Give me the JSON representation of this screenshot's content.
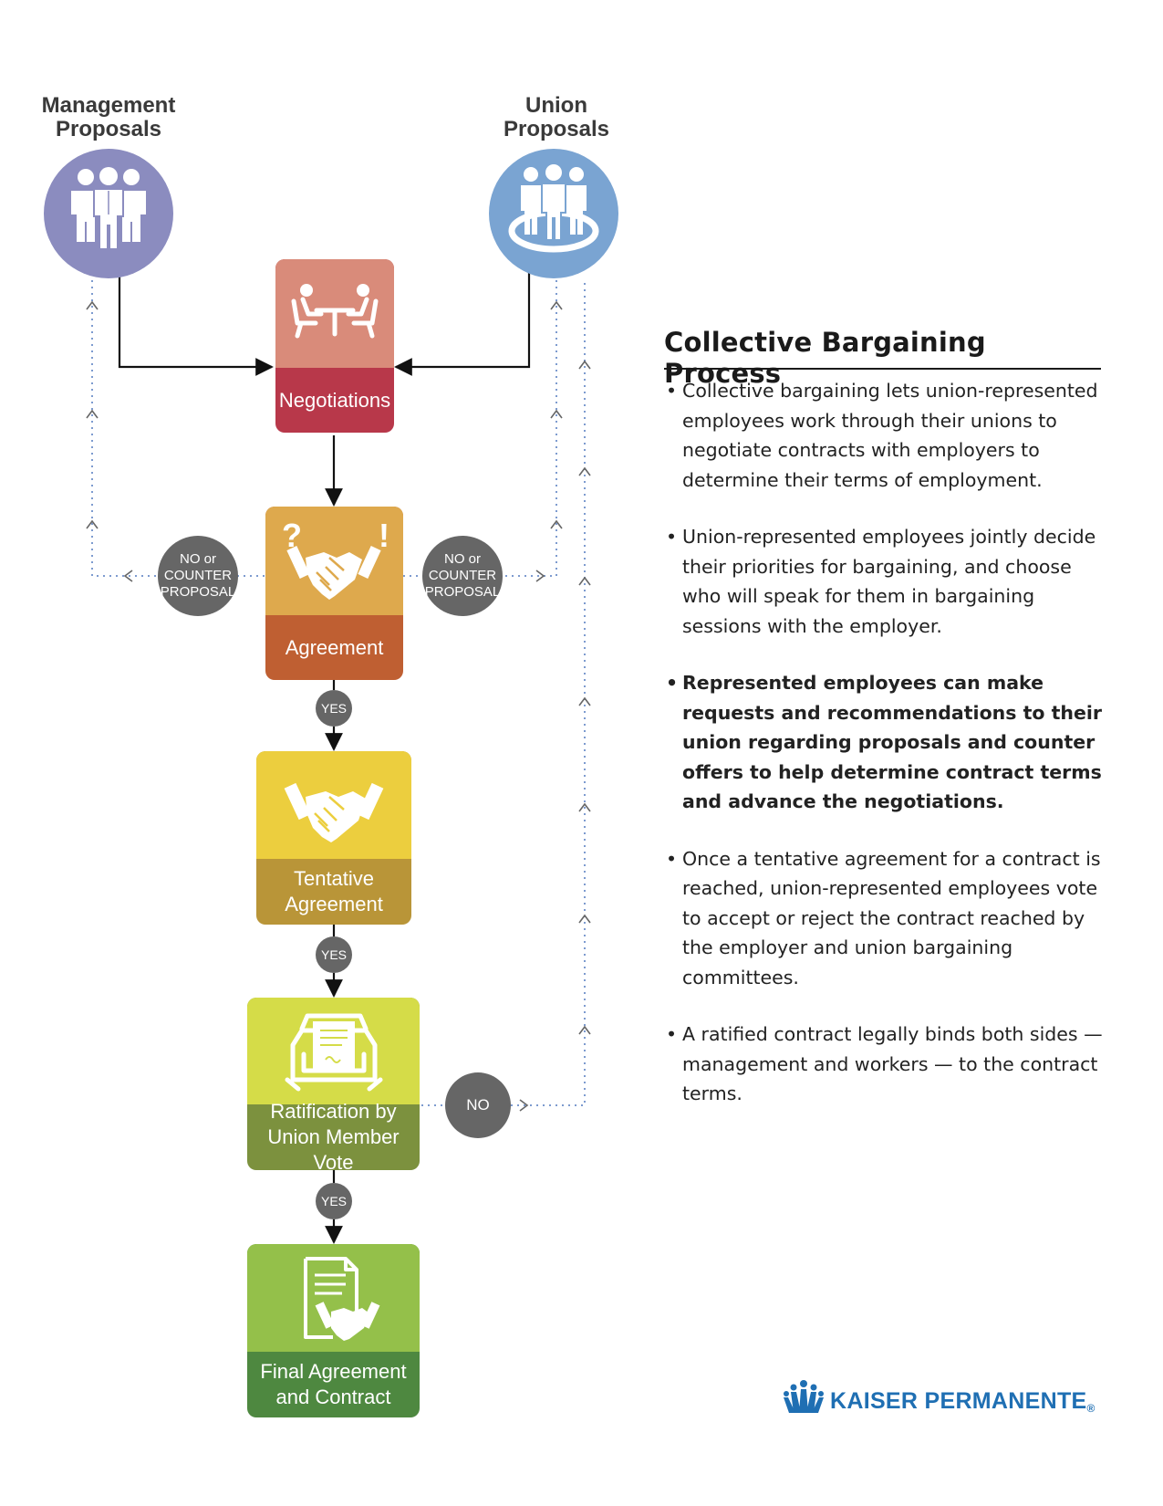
{
  "sources": {
    "management": {
      "title_line1": "Management",
      "title_line2": "Proposals",
      "color": "#8b8cbf"
    },
    "union": {
      "title_line1": "Union",
      "title_line2": "Proposals",
      "color": "#7aa4d2"
    }
  },
  "steps": [
    {
      "id": "negotiations",
      "label": "Negotiations",
      "top_color": "#d98b7a",
      "bottom_color": "#b8384a"
    },
    {
      "id": "agreement",
      "label": "Agreement",
      "top_color": "#dea94d",
      "bottom_color": "#bf5f32"
    },
    {
      "id": "tentative",
      "label_line1": "Tentative",
      "label_line2": "Agreement",
      "top_color": "#ecce3e",
      "bottom_color": "#b99538"
    },
    {
      "id": "ratification",
      "label_line1": "Ratification by",
      "label_line2": "Union Member Vote",
      "top_color": "#d5dc48",
      "bottom_color": "#7c913e"
    },
    {
      "id": "final",
      "label_line1": "Final Agreement",
      "label_line2": "and Contract",
      "top_color": "#94c04a",
      "bottom_color": "#4e8840"
    }
  ],
  "badges": {
    "no_counter_line1": "NO or",
    "no_counter_line2": "COUNTER",
    "no_counter_line3": "PROPOSAL",
    "yes": "YES",
    "no": "NO"
  },
  "panel": {
    "title": "Collective Bargaining Process",
    "bullets": [
      "Collective bargaining lets union-represented employees work through their unions to negotiate contracts with employers to determine their terms of employment.",
      "Union-represented employees jointly decide their priorities for bargaining, and choose who will speak for them in bargaining sessions with the employer.",
      "Represented employees can make requests and recommendations to their union regarding proposals and counter offers to help determine contract terms and advance the negotiations.",
      "Once a tentative agreement for a contract is reached, union-represented employees vote to accept or reject the contract reached by the employer and union bargaining committees.",
      "A ratified contract legally binds both sides — management and workers — to the contract terms."
    ]
  },
  "logo": {
    "text": "KAISER PERMANENTE",
    "mark": "®",
    "color": "#1f6fb3"
  },
  "icons": [
    "management-people-icon",
    "union-group-icon",
    "negotiation-table-icon",
    "handshake-question-icon",
    "handshake-icon",
    "ballot-box-icon",
    "contract-handshake-icon",
    "kaiser-logo-icon"
  ]
}
